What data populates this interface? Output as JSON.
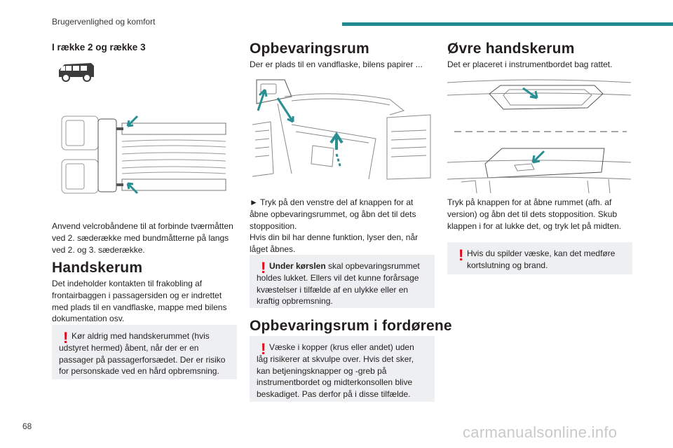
{
  "header": {
    "section_title": "Brugervenlighed og komfort",
    "accent": "#1e8a8f"
  },
  "col1": {
    "subheading": "I række 2 og række 3",
    "paragraph": "Anvend velcrobåndene til at forbinde tværmåtten ved 2. sæderække med bundmåtterne på langs ved 2. og 3. sæderække.",
    "section_heading": "Handskerum",
    "section_paragraph": "Det indeholder kontakten til frakobling af frontairbaggen i passagersiden og er indrettet med plads til en vandflaske, mappe med bilens dokumentation osv.",
    "warning": "Kør aldrig med handskerummet (hvis udstyret hermed) åbent, når der er en passager på passagerforsædet. Der er risiko for personskade ved en hård opbremsning."
  },
  "col2": {
    "heading": "Opbevaringsrum",
    "intro": "Der er plads til en vandflaske, bilens papirer ...",
    "instruction": "► Tryk på den venstre del af knappen for at åbne opbevaringsrummet, og åbn det til dets stopposition.",
    "note": "Hvis din bil har denne funktion, lyser den, når låget åbnes.",
    "warning_bold": "Under kørslen",
    "warning_rest": " skal opbevaringsrummet holdes lukket. Ellers vil det kunne forårsage kvæstelser i tilfælde af en ulykke eller en kraftig opbremsning.",
    "heading2": "Opbevaringsrum i fordørene",
    "warning2": "Væske i kopper (krus eller andet) uden låg risikerer at skvulpe over. Hvis det sker, kan betjeningsknapper og -greb på instrumentbordet og midterkonsollen blive beskadiget. Pas derfor på i disse tilfælde."
  },
  "col3": {
    "heading": "Øvre handskerum",
    "intro": "Det er placeret i instrumentbordet bag rattet.",
    "instruction": "Tryk på knappen for at åbne rummet (afh. af version) og åbn det til dets stopposition. Skub klappen i for at lukke det, og tryk let på midten.",
    "warning": "Hvis du spilder væske, kan det medføre kortslutning og brand."
  },
  "footer": {
    "page_number": "68",
    "watermark": "carmanualsonline.info"
  },
  "colors": {
    "warning_red": "#e2001a",
    "warning_bg": "#eeeff1",
    "arrow_teal": "#2a8f93"
  }
}
